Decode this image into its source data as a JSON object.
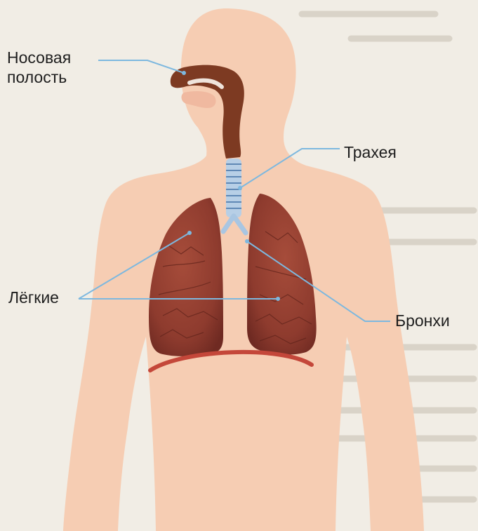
{
  "labels": {
    "nasal_cavity": [
      "Носовая",
      "полость"
    ],
    "trachea": "Трахея",
    "lungs": "Лёгкие",
    "bronchi": "Бронхи"
  },
  "colors": {
    "background": "#f1ede5",
    "body_skin": "#f6cdb3",
    "lung": "#8e3b2e",
    "trachea": "#b7cfe6",
    "airway": "#7d3a22",
    "diaphragm": "#c4473a",
    "leader_line": "#7db8df",
    "label_text": "#1e1e1e"
  }
}
